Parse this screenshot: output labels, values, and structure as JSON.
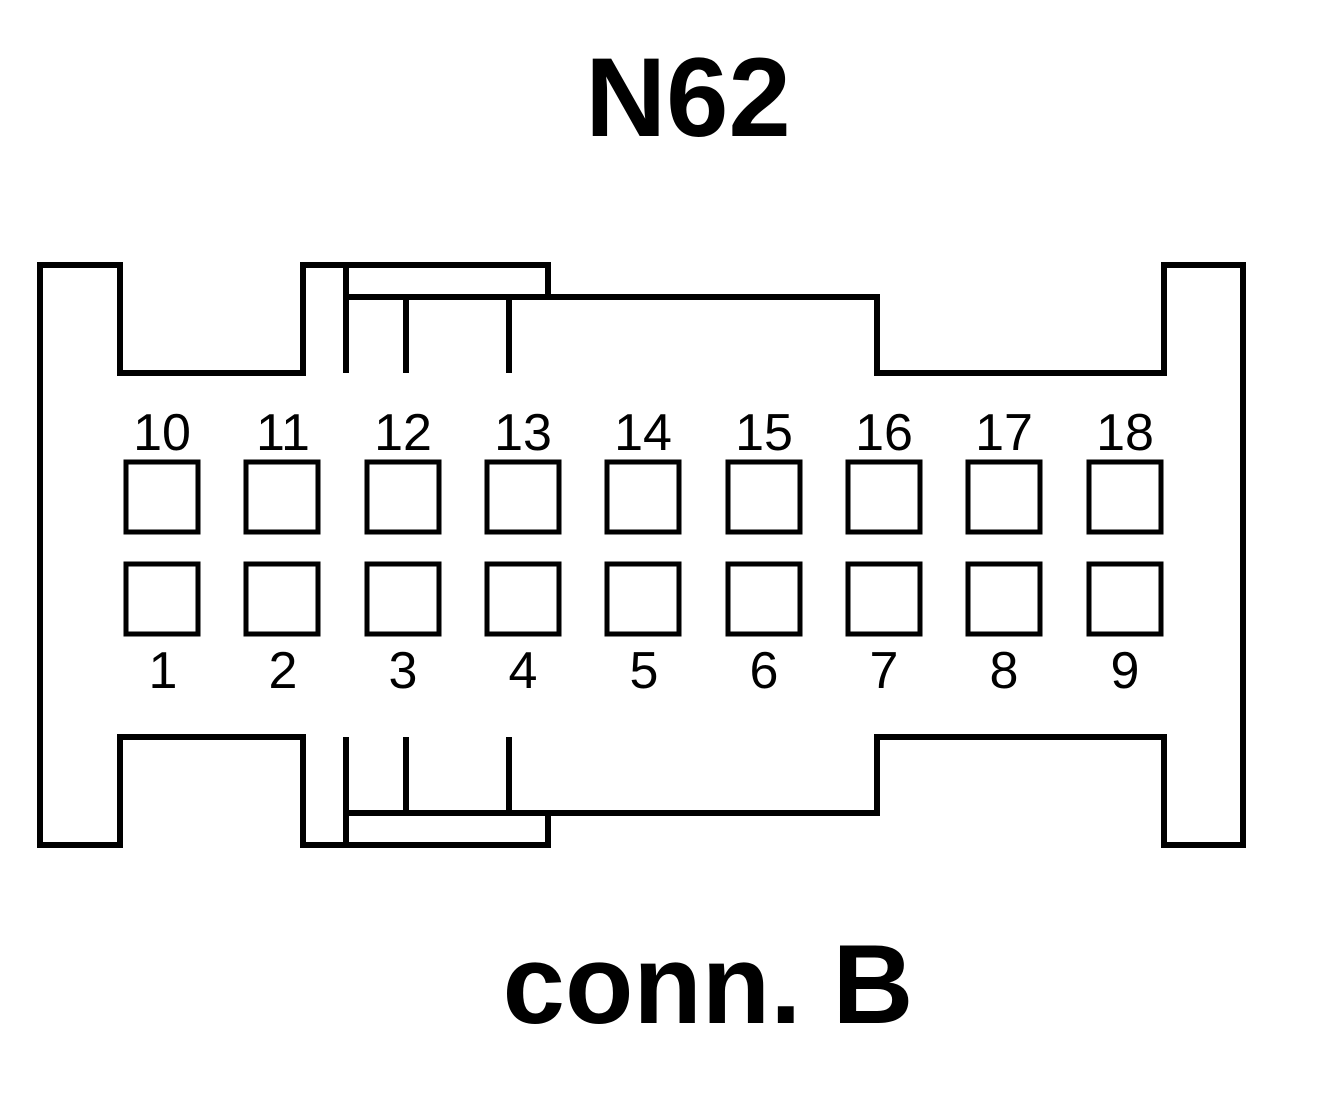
{
  "title": "N62",
  "subtitle": "conn. B",
  "pins_top": [
    "10",
    "11",
    "12",
    "13",
    "14",
    "15",
    "16",
    "17",
    "18"
  ],
  "pins_bottom": [
    "1",
    "2",
    "3",
    "4",
    "5",
    "6",
    "7",
    "8",
    "9"
  ]
}
